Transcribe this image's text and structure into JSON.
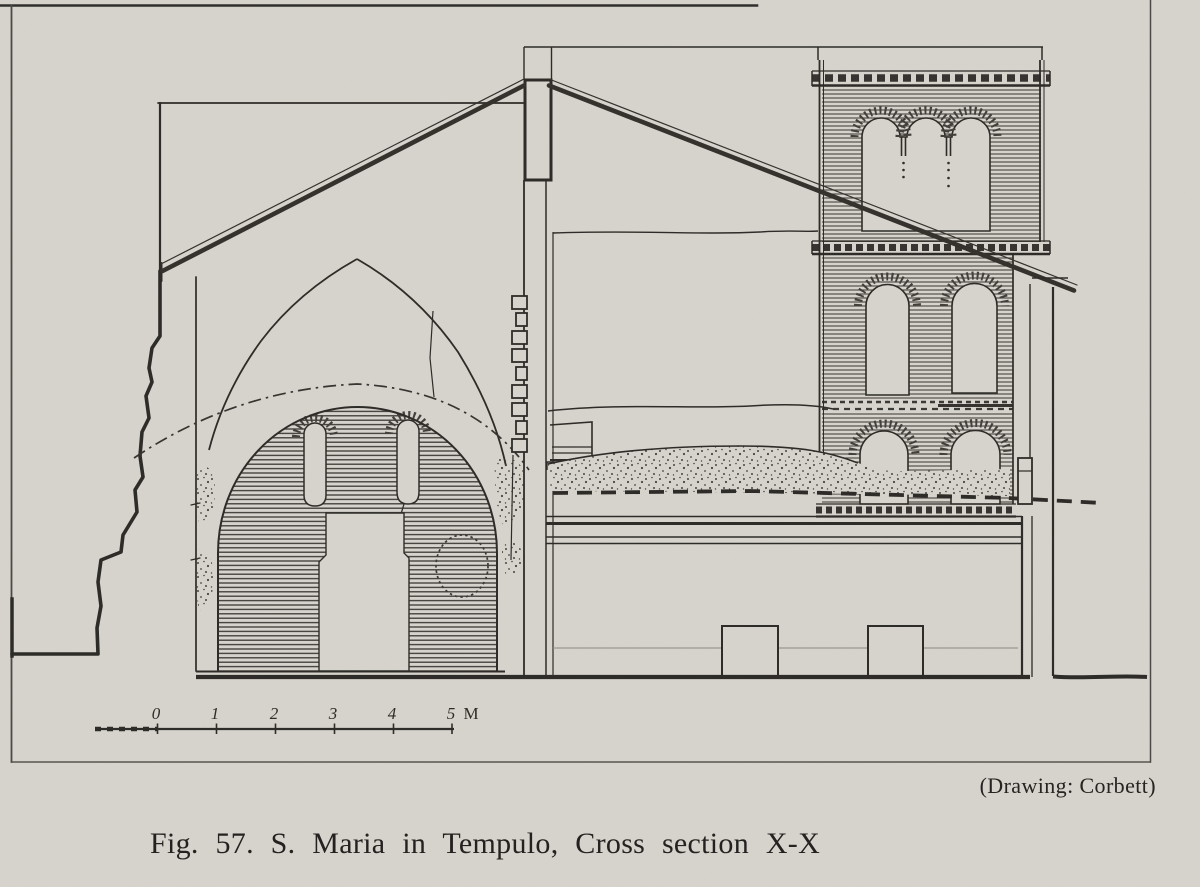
{
  "page": {
    "background": "#d8d4ce",
    "ink": "#2c2a26"
  },
  "figure": {
    "caption": "Fig. 57. S. Maria in Tempulo, Cross section X-X",
    "credit": "(Drawing: Corbett)"
  },
  "scale_bar": {
    "labels": [
      "0",
      "1",
      "2",
      "3",
      "4",
      "5"
    ],
    "unit": "M"
  }
}
